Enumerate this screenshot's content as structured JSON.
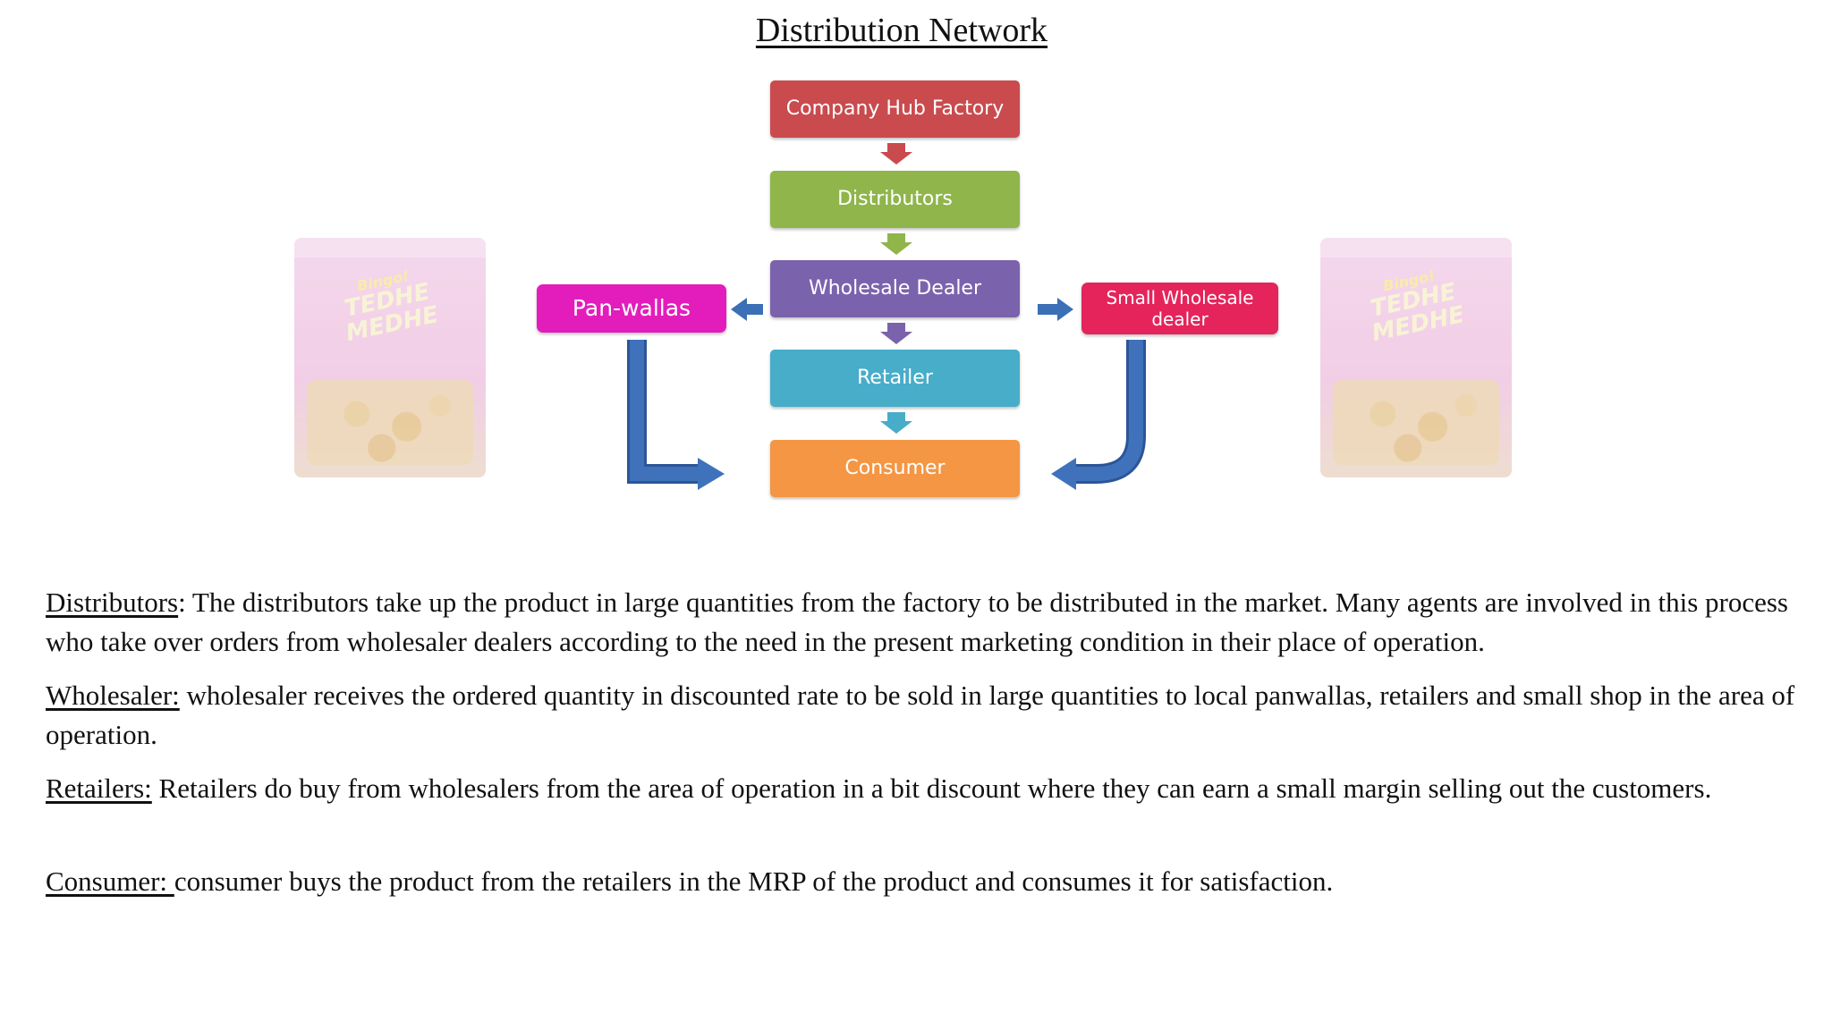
{
  "title": "Distribution Network",
  "diagram": {
    "factory": "Company Hub Factory",
    "distributors": "Distributors",
    "wholesale_dealer": "Wholesale Dealer",
    "retailer": "Retailer",
    "consumer": "Consumer",
    "pan_wallas": "Pan-wallas",
    "small_wholesale_dealer": "Small Wholesale dealer",
    "colors": {
      "factory": "#c94b4e",
      "distributors": "#8fb54b",
      "wholesale_dealer": "#7b62ad",
      "retailer": "#47adc9",
      "consumer": "#f49643",
      "pan_wallas": "#e31dbb",
      "small_wholesale_dealer": "#e4245a",
      "side_arrows": "#3b6fb6"
    }
  },
  "packet": {
    "brand": "Bingo!",
    "name": "TEDHE MEDHE"
  },
  "paragraphs": [
    {
      "term": "Distributors",
      "text": ": The distributors take up the product in large quantities from the factory to be distributed in the market. Many agents are involved in this process who take over orders from wholesaler dealers according to the need in the present marketing condition in their place of operation."
    },
    {
      "term": "Wholesaler:",
      "text": " wholesaler receives the ordered quantity in discounted rate to be sold in large quantities to local panwallas, retailers and small shop in the area of operation."
    },
    {
      "term": "Retailers:",
      "text": " Retailers do buy from wholesalers from the area of operation in a bit discount where they can earn a small margin selling out the customers."
    },
    {
      "term": "Consumer: ",
      "text": "consumer buys the product from the retailers in the MRP of the product and consumes it for satisfaction."
    }
  ]
}
